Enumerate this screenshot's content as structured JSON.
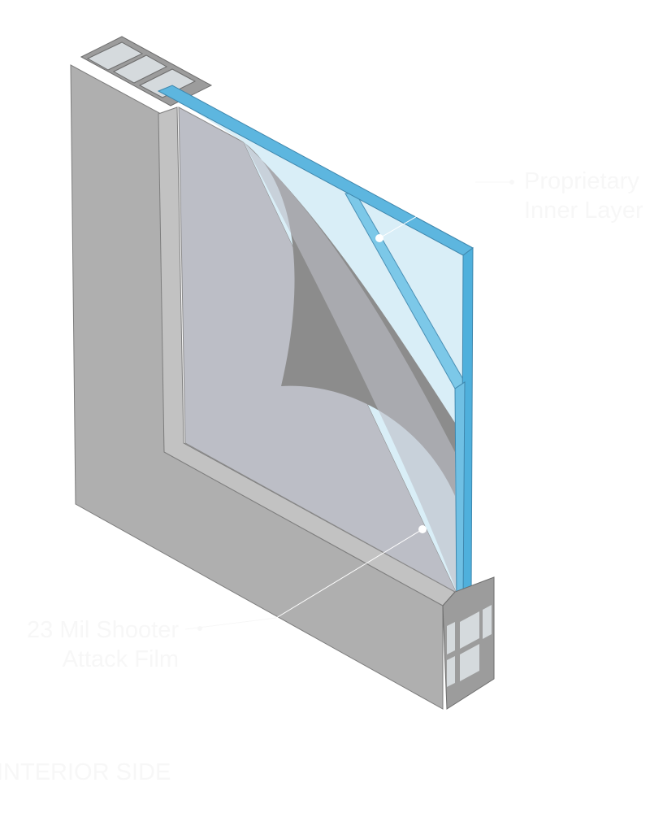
{
  "labels": {
    "inner_layer": [
      "Proprietary",
      "Inner Layer"
    ],
    "film": [
      "23 Mil Shooter",
      "Attack Film"
    ],
    "side": "INTERIOR SIDE"
  },
  "colors": {
    "frame": "#afafaf",
    "frame_bevel": "#c2c2c2",
    "film": "#bcbec6",
    "curl": "#8c8c8c",
    "glass": "#d9eef7",
    "glass_edge": "#5db6df",
    "label": "#f7f7f7"
  }
}
